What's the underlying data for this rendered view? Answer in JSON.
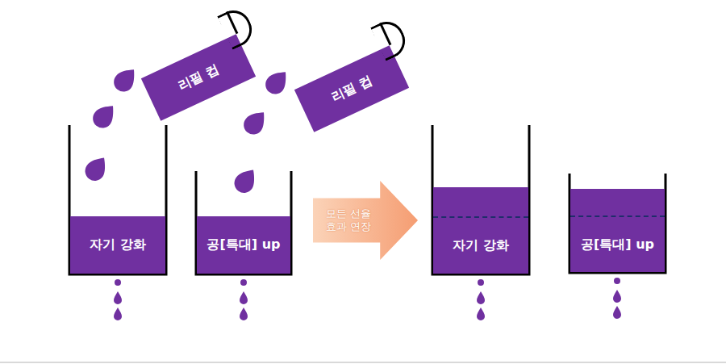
{
  "diagram": {
    "nodes": [
      {
        "text": [
          "리필 컵"
        ]
      },
      {
        "text": [
          "리필 컵"
        ]
      },
      {
        "text": [
          "자기 강화"
        ]
      },
      {
        "text": [
          "공[특대] up"
        ]
      },
      {
        "text": [
          "모든 선율 효과 연장"
        ]
      },
      {
        "text": [
          "자기 강화"
        ]
      },
      {
        "text": [
          "공[특대] up"
        ]
      }
    ]
  }
}
